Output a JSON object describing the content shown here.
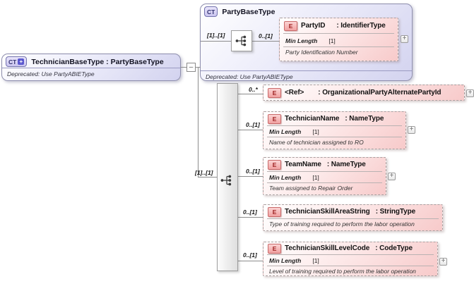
{
  "root_box": {
    "badge": "CT",
    "badge_plus": "+",
    "title": "TechnicianBaseType : PartyBaseType",
    "annotation": "Deprecated: Use PartyABIEType",
    "collapse_label": "–"
  },
  "party_base_box": {
    "badge": "CT",
    "title": "PartyBaseType",
    "annotation": "Deprecated: Use PartyABIEType",
    "cardinality": "[1]..[1]",
    "party_id": {
      "cardinality": "0..[1]",
      "badge": "E",
      "name": "PartyID",
      "type": ": IdentifierType",
      "facet_label": "Min Length",
      "facet_value": "[1]",
      "annotation": "Party Identification Number",
      "expand_label": "+"
    }
  },
  "sequence_group": {
    "cardinality": "[1]..[1]",
    "children": [
      {
        "cardinality": "0..*",
        "badge": "E",
        "name": "<Ref>",
        "type": ": OrganizationalPartyAlternatePartyId",
        "expand_label": "+"
      },
      {
        "cardinality": "0..[1]",
        "badge": "E",
        "name": "TechnicianName",
        "type": ": NameType",
        "facet_label": "Min Length",
        "facet_value": "[1]",
        "annotation": "Name of technician assigned to RO",
        "expand_label": "+"
      },
      {
        "cardinality": "0..[1]",
        "badge": "E",
        "name": "TeamName",
        "type": ": NameType",
        "facet_label": "Min Length",
        "facet_value": "[1]",
        "annotation": "Team assigned to Repair Order",
        "expand_label": "+"
      },
      {
        "cardinality": "0..[1]",
        "badge": "E",
        "name": "TechnicianSkillAreaString",
        "type": ": StringType",
        "annotation": "Type of training required to perform the labor operation"
      },
      {
        "cardinality": "0..[1]",
        "badge": "E",
        "name": "TechnicianSkillLevelCode",
        "type": ": CodeType",
        "facet_label": "Min Length",
        "facet_value": "[1]",
        "annotation": "Level of training required to perform the labor operation",
        "expand_label": "+"
      }
    ]
  },
  "colors": {
    "complex_fill": "#d3d3ef",
    "element_fill": "#f7caca",
    "element_badge_text": "#9c1f1f",
    "ct_plus_accent": "#5b58cf",
    "connector": "#8c8c8c"
  }
}
